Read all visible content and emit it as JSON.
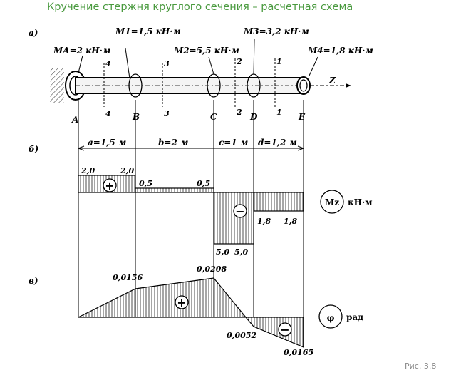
{
  "title": "Кручение стержня круглого сечения – расчетная схема",
  "figure_caption": "Рис. 3.8",
  "panels": {
    "a": "а)",
    "b": "б)",
    "c": "в)"
  },
  "moments": {
    "MA": "MA=2 кН·м",
    "M1": "M1=1,5 кН·м",
    "M2": "M2=5,5 кН·м",
    "M3": "M3=3,2 кН·м",
    "M4": "M4=1,8 кН·м"
  },
  "points": [
    "A",
    "B",
    "C",
    "D",
    "E"
  ],
  "sections": [
    "4",
    "3",
    "2",
    "1"
  ],
  "axis_label": "Z",
  "segments": [
    "a=1,5 м",
    "b=2 м",
    "c=1 м",
    "d=1,2 м"
  ],
  "mz_values": [
    "2,0",
    "2,0",
    "0,5",
    "0,5",
    "5,0",
    "5,0",
    "1,8",
    "1,8"
  ],
  "mz_symbol": "Mz",
  "mz_unit": "кН·м",
  "phi_values": [
    "0,0156",
    "0,0208",
    "0,0052",
    "0,0165"
  ],
  "phi_symbol": "φ",
  "phi_unit": "рад",
  "signs": {
    "plus": "+",
    "minus": "−"
  }
}
